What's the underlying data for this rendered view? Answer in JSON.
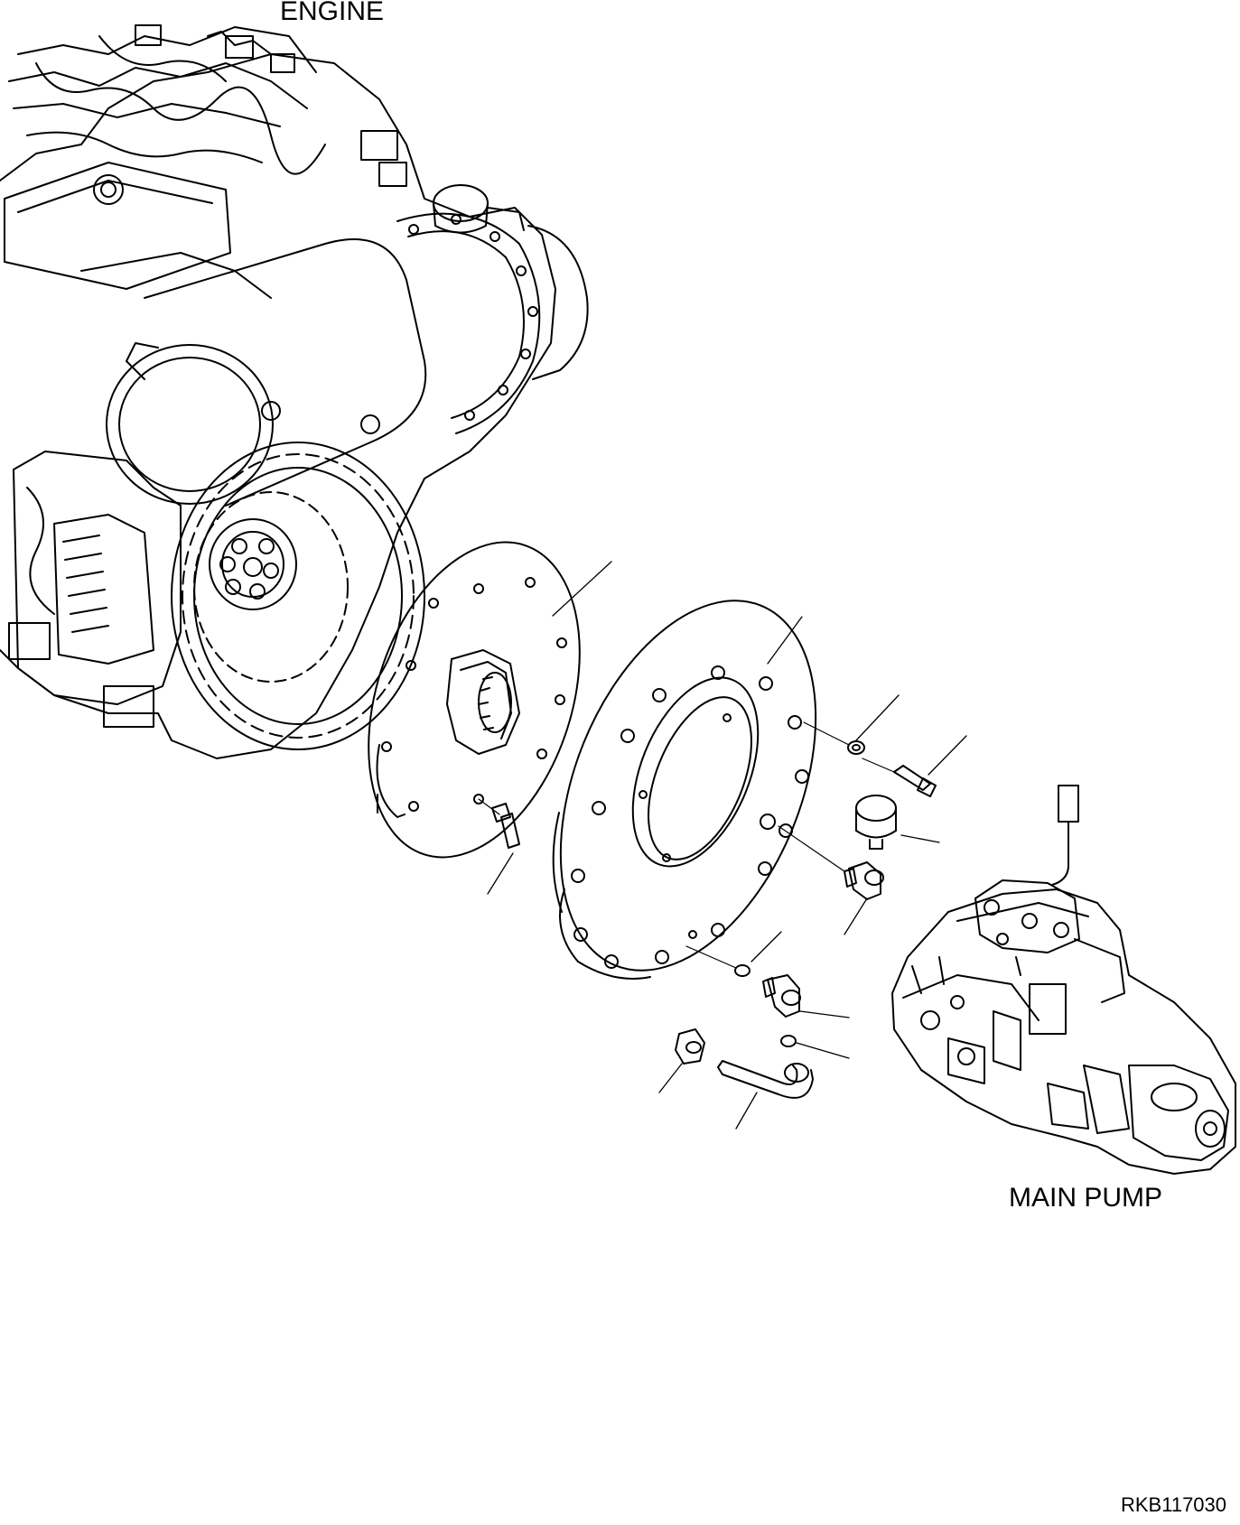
{
  "labels": {
    "engine": "ENGINE",
    "main_pump": "MAIN PUMP",
    "drawing_code": "RKB117030"
  },
  "colors": {
    "line": "#000000",
    "background": "#ffffff"
  }
}
